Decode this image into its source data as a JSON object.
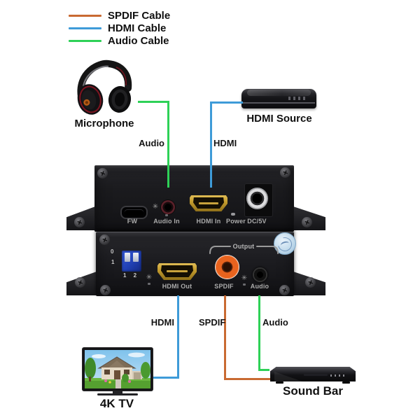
{
  "legend": {
    "spdif": {
      "label": "SPDIF Cable"
    },
    "hdmi": {
      "label": "HDMI Cable"
    },
    "audio": {
      "label": "Audio Cable"
    }
  },
  "colors": {
    "spdif_cable": "#c96a32",
    "hdmi_cable": "#3e9bd8",
    "audio_cable": "#2ed157"
  },
  "peripherals": {
    "microphone": "Microphone",
    "hdmi_source": "HDMI Source",
    "tv": "4K TV",
    "sound_bar": "Sound Bar"
  },
  "cables": {
    "audio_in": "Audio",
    "hdmi_in": "HDMI",
    "hdmi_out": "HDMI",
    "spdif_out": "SPDIF",
    "audio_out": "Audio"
  },
  "device": {
    "rear_panel": {
      "fw": "FW",
      "audio_in": "Audio In",
      "hdmi_in": "HDMI In",
      "power": "Power",
      "dc": "DC/5V"
    },
    "front_panel": {
      "dip_0": "0",
      "dip_1": "1",
      "dip_12": "1 2",
      "output_group": "Output",
      "hdmi_out": "HDMI Out",
      "spdif": "SPDIF",
      "audio": "Audio"
    }
  },
  "icons": {
    "asterisk": "✳"
  }
}
